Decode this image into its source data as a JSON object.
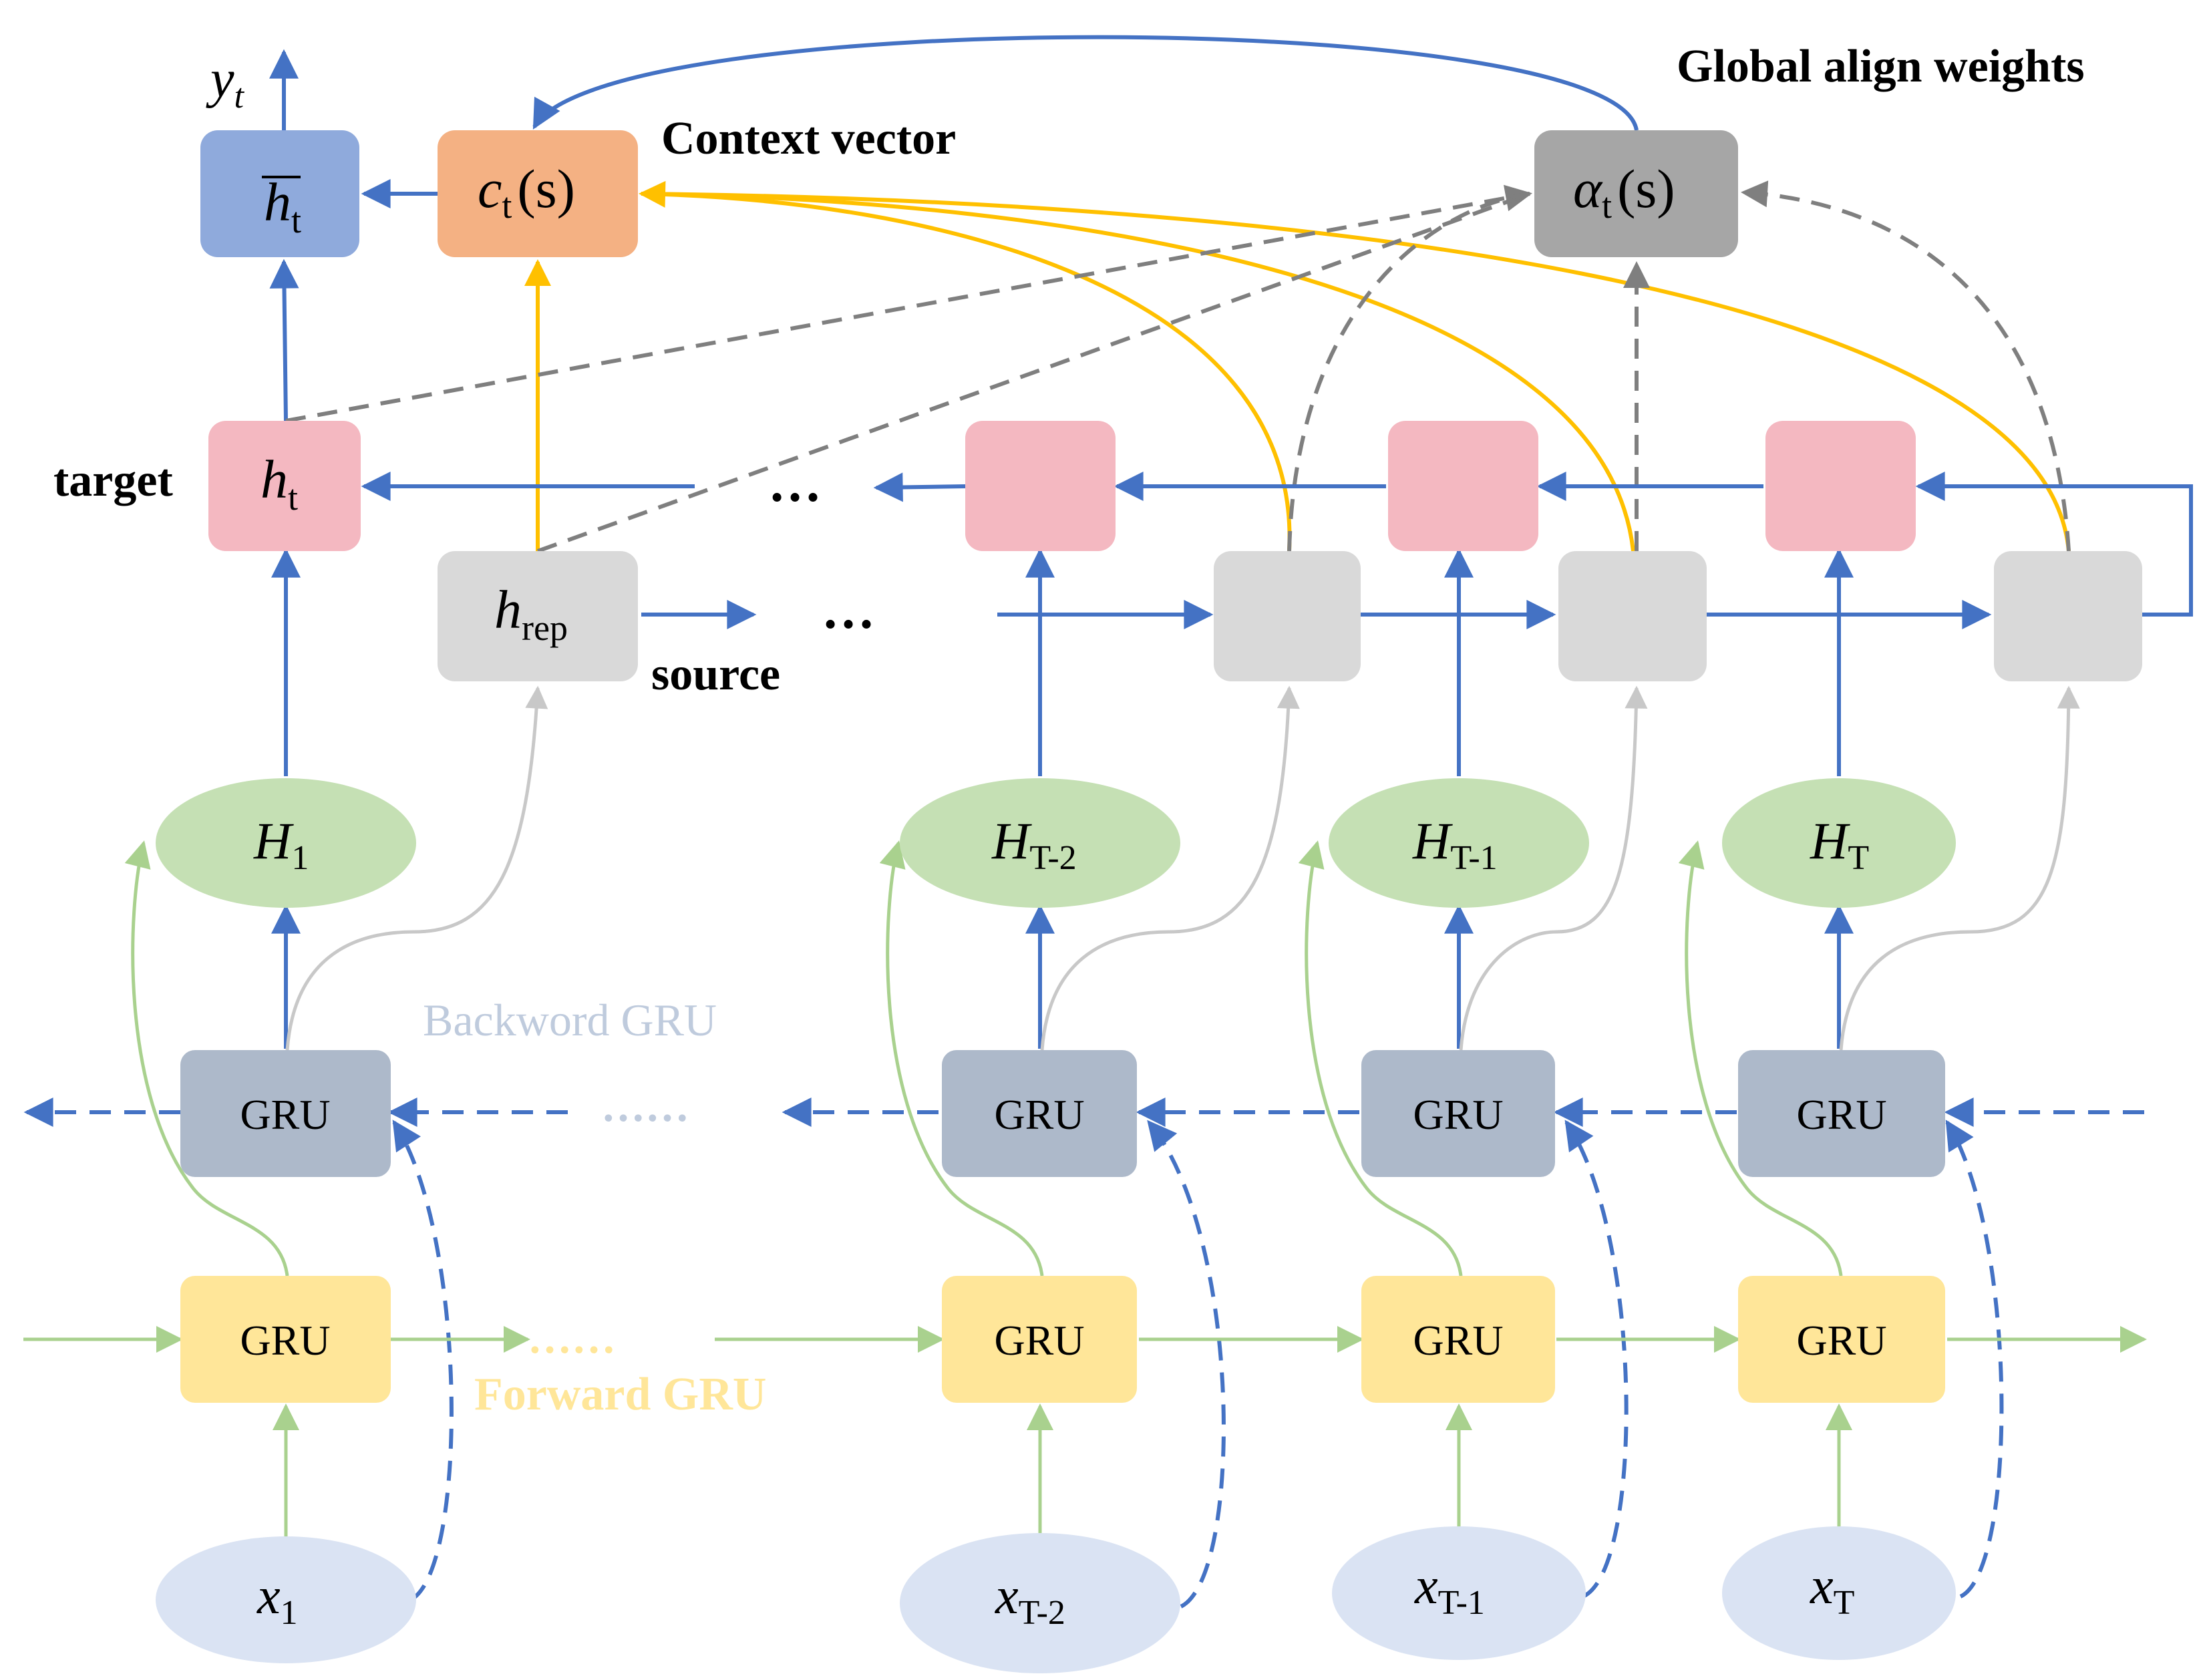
{
  "labels": {
    "output": "y",
    "output_sub": "t",
    "context_vector": "Context vector",
    "global_align_weights": "Global align weights",
    "target": "target",
    "source": "source",
    "ellipsis_target": "…",
    "ellipsis_source": "…",
    "backward_dots": "……",
    "forward_dots": "……",
    "backward_gru": "Backword GRU",
    "forward_gru": "Forward GRU"
  },
  "nodes": {
    "h_bar": {
      "main": "h",
      "sub": "t"
    },
    "context": {
      "main": "c",
      "sub": "t",
      "arg": "(s)"
    },
    "align": {
      "main": "α",
      "sub": "t",
      "arg": "(s)"
    },
    "h_target": {
      "main": "h",
      "sub": "t"
    },
    "h_rep": {
      "main": "h",
      "sub": "rep"
    },
    "gru_label": "GRU",
    "hidden_states": [
      {
        "main": "H",
        "sub": "1"
      },
      {
        "main": "H",
        "sub": "T-2"
      },
      {
        "main": "H",
        "sub": "T-1"
      },
      {
        "main": "H",
        "sub": "T"
      }
    ],
    "inputs": [
      {
        "main": "x",
        "sub": "1"
      },
      {
        "main": "x",
        "sub": "T-2"
      },
      {
        "main": "x",
        "sub": "T-1"
      },
      {
        "main": "x",
        "sub": "T"
      }
    ]
  },
  "colors": {
    "blue": "#4472C4",
    "yellow": "#FFC000",
    "gray": "#7F7F7F",
    "green": "#A9D18E",
    "light_gray": "#C8C8C8",
    "h_bar_fill": "#8FAADC",
    "context_fill": "#F4B183",
    "align_fill": "#A6A6A6",
    "target_fill": "#F4B8C1",
    "source_fill": "#D9D9D9",
    "hidden_fill": "#C5E0B4",
    "backward_fill": "#ADB9CA",
    "forward_fill": "#FFE699",
    "input_fill": "#DAE3F3",
    "backward_label": "#BFCBDD",
    "forward_label": "#FFE699"
  }
}
